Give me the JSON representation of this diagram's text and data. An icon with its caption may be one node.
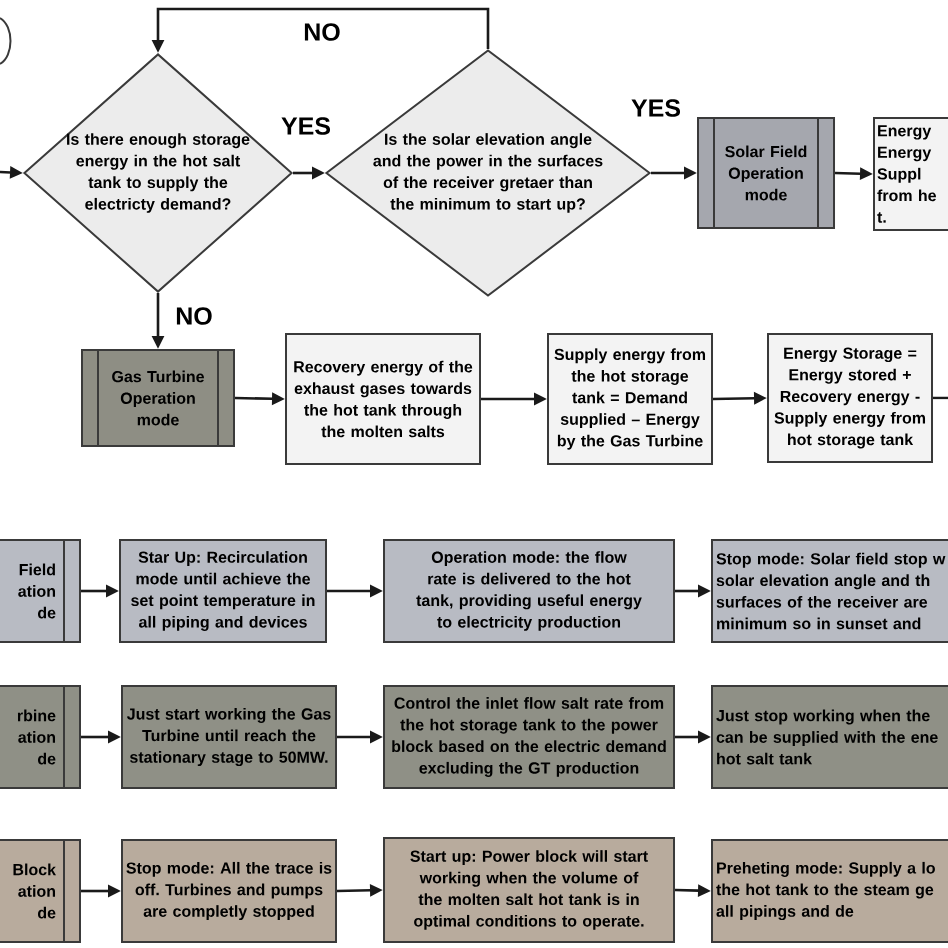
{
  "diagram": {
    "nodes": [
      {
        "text": [
          "Is there enough storage energy in the hot salt tank to supply the electricty demand?"
        ]
      },
      {
        "text": [
          "Is the solar elevation angle and the power in the surfaces of the receiver gretaer than the minimum to start up?"
        ]
      },
      {
        "text": [
          "Solar Field Operation mode"
        ]
      },
      {
        "text": [
          "Energy Energy Suppl from he t."
        ]
      },
      {
        "text": [
          "Gas Turbine Operation mode"
        ]
      },
      {
        "text": [
          "Recovery energy of the exhaust gases towards the hot tank through the molten salts"
        ]
      },
      {
        "text": [
          "Supply energy from the hot storage tank = Demand supplied – Energy by the Gas Turbine"
        ]
      },
      {
        "text": [
          "Energy Storage = Energy stored + Recovery energy - Supply energy from hot storage tank"
        ]
      },
      {
        "text": [
          "Field ation de"
        ]
      },
      {
        "text": [
          "Star Up: Recirculation mode until achieve the set point temperature in all piping and devices"
        ]
      },
      {
        "text": [
          "Operation mode: the flow rate is delivered to the hot tank, providing useful energy to electricity production"
        ]
      },
      {
        "text": [
          "Stop mode: Solar field stop w solar elevation angle and th surfaces of the receiver are minimum so in sunset and"
        ]
      },
      {
        "text": [
          "rbine ation de"
        ]
      },
      {
        "text": [
          "Just start working the Gas Turbine until reach the stationary stage to 50MW."
        ]
      },
      {
        "text": [
          "Control the inlet flow salt rate from the hot storage tank to the power block based on the electric demand excluding the GT production"
        ]
      },
      {
        "text": [
          "Just stop working when the can be supplied with the ene hot salt tank"
        ]
      },
      {
        "text": [
          "Block ation de"
        ]
      },
      {
        "text": [
          "Stop mode: All the trace is off. Turbines and pumps are completly stopped"
        ]
      },
      {
        "text": [
          "Start up: Power block will start working when the volume of the molten salt hot tank is in optimal conditions to operate."
        ]
      },
      {
        "text": [
          "Preheting mode: Supply a lo the hot tank to the steam ge all pipings and de"
        ]
      }
    ],
    "edges": [
      {
        "from": null,
        "to": 0,
        "arrow": "to"
      },
      {
        "from": 0,
        "to": 1,
        "arrow": "to",
        "label": "YES"
      },
      {
        "from": 1,
        "to": 0,
        "arrow": "to",
        "label": "NO"
      },
      {
        "from": 1,
        "to": 2,
        "arrow": "to",
        "label": "YES"
      },
      {
        "from": 2,
        "to": 3,
        "arrow": "to"
      },
      {
        "from": 0,
        "to": 4,
        "arrow": "to",
        "label": "NO"
      },
      {
        "from": 4,
        "to": 5,
        "arrow": "to"
      },
      {
        "from": 5,
        "to": 6,
        "arrow": "to"
      },
      {
        "from": 6,
        "to": 7,
        "arrow": "to"
      },
      {
        "from": 7,
        "to": null,
        "arrow": "none"
      },
      {
        "from": 8,
        "to": 9,
        "arrow": "to"
      },
      {
        "from": 9,
        "to": 10,
        "arrow": "to"
      },
      {
        "from": 10,
        "to": 11,
        "arrow": "to"
      },
      {
        "from": 12,
        "to": 13,
        "arrow": "to"
      },
      {
        "from": 13,
        "to": 14,
        "arrow": "to"
      },
      {
        "from": 14,
        "to": 15,
        "arrow": "to"
      },
      {
        "from": 16,
        "to": 17,
        "arrow": "to"
      },
      {
        "from": 17,
        "to": 18,
        "arrow": "to"
      },
      {
        "from": 18,
        "to": 19,
        "arrow": "to"
      }
    ]
  }
}
